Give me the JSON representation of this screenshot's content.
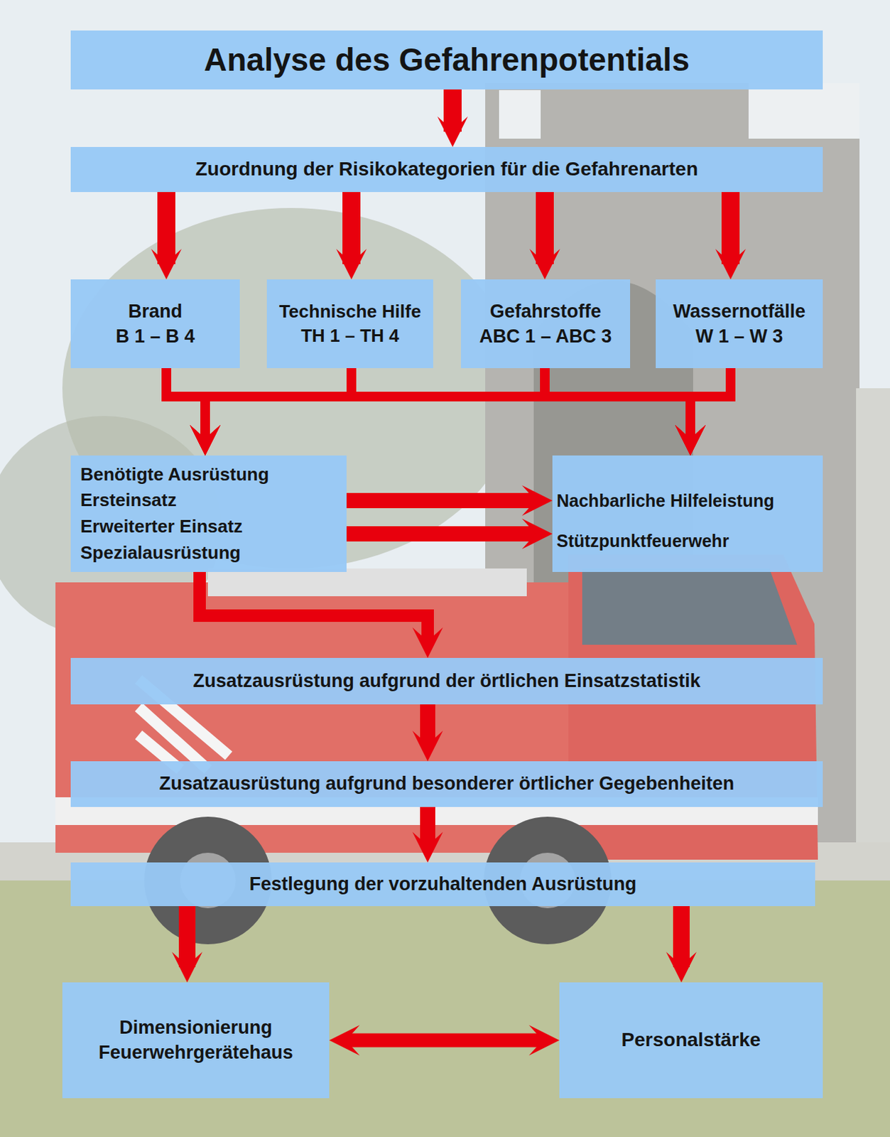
{
  "diagram": {
    "nodes": [
      {
        "text": [
          "Analyse des Gefahrenpotentials"
        ]
      },
      {
        "text": [
          "Zuordnung der Risikokategorien für die Gefahrenarten"
        ]
      },
      {
        "text": [
          "Brand",
          "B 1 – B 4"
        ]
      },
      {
        "text": [
          "Technische Hilfe",
          "TH 1 – TH 4"
        ]
      },
      {
        "text": [
          "Gefahrstoffe",
          "ABC 1 – ABC 3"
        ]
      },
      {
        "text": [
          "Wassernotfälle",
          "W 1 – W 3"
        ]
      },
      {
        "text": [
          "Benötigte Ausrüstung",
          "Ersteinsatz",
          "Erweiterter Einsatz",
          "Spezialausrüstung"
        ]
      },
      {
        "text": [
          "Nachbarliche Hilfeleistung",
          "Stützpunktfeuerwehr"
        ]
      },
      {
        "text": [
          "Zusatzausrüstung aufgrund der örtlichen Einsatzstatistik"
        ]
      },
      {
        "text": [
          "Zusatzausrüstung aufgrund besonderer örtlicher Gegebenheiten"
        ]
      },
      {
        "text": [
          "Festlegung der vorzuhaltenden Ausrüstung"
        ]
      },
      {
        "text": [
          "Dimensionierung Feuerwehrgerätehaus"
        ]
      },
      {
        "text": [
          "Personalstärke"
        ]
      }
    ],
    "edges": [
      {
        "from": 0,
        "to": 1,
        "arrow": "to"
      },
      {
        "from": 1,
        "to": 2,
        "arrow": "to"
      },
      {
        "from": 1,
        "to": 3,
        "arrow": "to"
      },
      {
        "from": 1,
        "to": 4,
        "arrow": "to"
      },
      {
        "from": 1,
        "to": 5,
        "arrow": "to"
      },
      {
        "from": 2,
        "to": 6,
        "arrow": "to"
      },
      {
        "from": 2,
        "to": 7,
        "arrow": "to"
      },
      {
        "from": 3,
        "to": 6,
        "arrow": "to"
      },
      {
        "from": 3,
        "to": 7,
        "arrow": "to"
      },
      {
        "from": 4,
        "to": 6,
        "arrow": "to"
      },
      {
        "from": 4,
        "to": 7,
        "arrow": "to"
      },
      {
        "from": 5,
        "to": 6,
        "arrow": "to"
      },
      {
        "from": 5,
        "to": 7,
        "arrow": "to"
      },
      {
        "from": 6,
        "to": 7,
        "arrow": "to"
      },
      {
        "from": 6,
        "to": 7,
        "arrow": "to"
      },
      {
        "from": 6,
        "to": 8,
        "arrow": "to"
      },
      {
        "from": 8,
        "to": 9,
        "arrow": "to"
      },
      {
        "from": 9,
        "to": 10,
        "arrow": "to"
      },
      {
        "from": 10,
        "to": 11,
        "arrow": "to"
      },
      {
        "from": 10,
        "to": 12,
        "arrow": "to"
      },
      {
        "from": 11,
        "to": 12,
        "arrow": "both"
      }
    ]
  }
}
